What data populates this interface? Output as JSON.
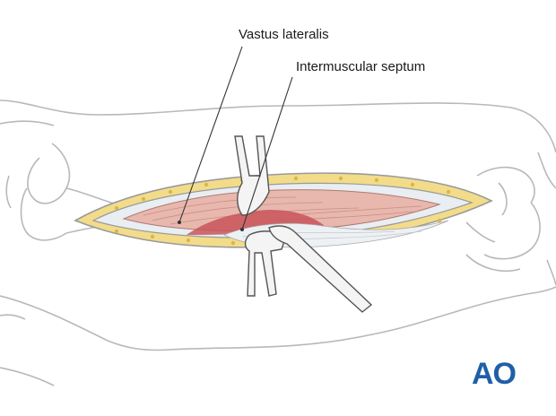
{
  "labels": {
    "vastus_lateralis": "Vastus lateralis",
    "intermuscular_septum": "Intermuscular septum"
  },
  "logo": {
    "text": "AO",
    "color": "#1f5fa8"
  },
  "colors": {
    "outline": "#b8b8b8",
    "fat": "#f2dc8a",
    "muscle": "#e8b7ad",
    "muscle_dark": "#c9555a",
    "fascia": "#e8eef2",
    "instrument": "#f2f2f2",
    "leader_line": "#333333"
  }
}
